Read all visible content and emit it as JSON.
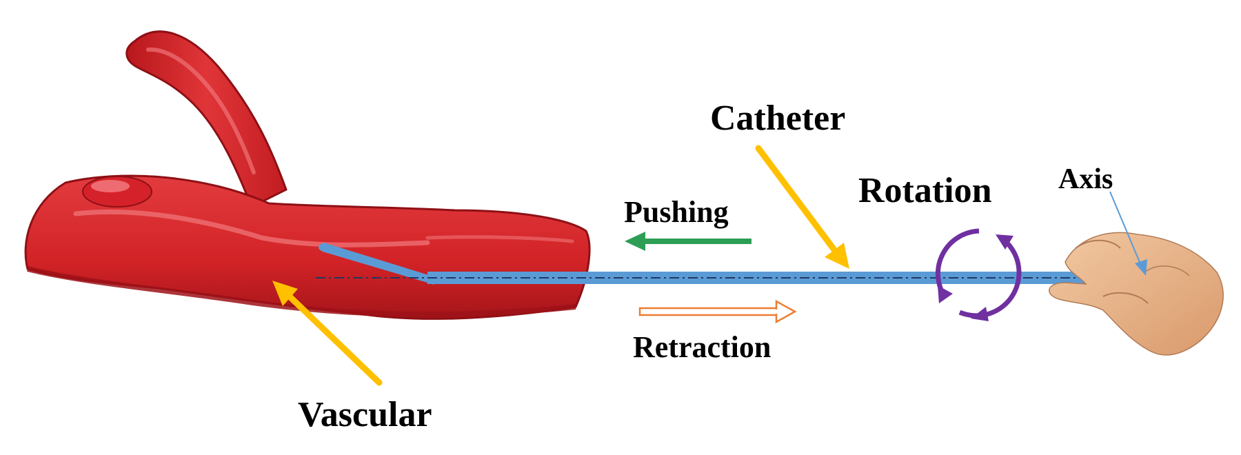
{
  "labels": {
    "catheter": "Catheter",
    "rotation": "Rotation",
    "axis": "Axis",
    "pushing": "Pushing",
    "retraction": "Retraction",
    "vascular": "Vascular"
  },
  "colors": {
    "vessel": "#d8272b",
    "vessel_dark": "#9e1217",
    "vessel_highlight": "#ef6a6c",
    "catheter": "#5b9bd5",
    "pointer_arrow": "#ffc000",
    "pushing_arrow": "#2e9e57",
    "retraction_arrow": "#ed7d31",
    "rotation_arrows": "#7030a0",
    "axis_line": "#203864",
    "axis_pointer": "#5b9bd5",
    "hand": "#e8b48c"
  },
  "icons": {
    "vessel": "vascular-vessel-illustration",
    "hand": "hand-icon",
    "rotation": "circular-rotation-arrows-icon"
  }
}
